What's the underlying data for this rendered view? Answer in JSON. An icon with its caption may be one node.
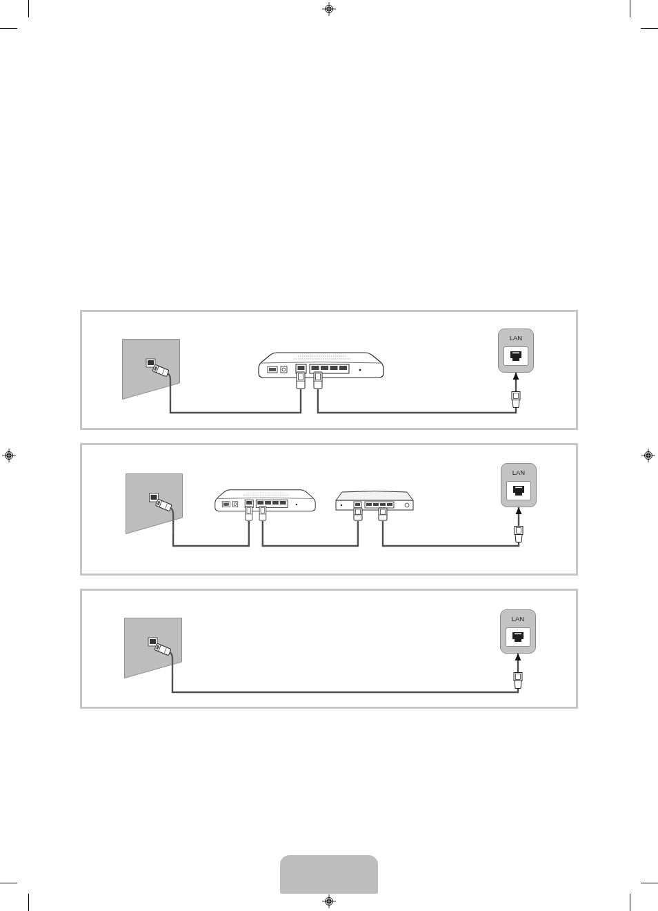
{
  "diagram": {
    "nodes": [
      {
        "text": [],
        "shape": "box"
      },
      {
        "text": [],
        "shape": "picture",
        "in": 0
      },
      {
        "text": [],
        "shape": "picture",
        "in": 0
      },
      {
        "text": [
          "LAN"
        ],
        "in": 0
      },
      {
        "text": [],
        "shape": "box"
      },
      {
        "text": [],
        "shape": "picture",
        "in": 4
      },
      {
        "text": [],
        "shape": "picture",
        "in": 4
      },
      {
        "text": [],
        "shape": "picture",
        "in": 4
      },
      {
        "text": [
          "LAN"
        ],
        "in": 4
      },
      {
        "text": [],
        "shape": "box"
      },
      {
        "text": [],
        "shape": "picture",
        "in": 9
      },
      {
        "text": [
          "LAN"
        ],
        "in": 9
      }
    ],
    "edges": [
      {
        "from": 1,
        "to": 2,
        "arrow": "none"
      },
      {
        "from": 2,
        "to": 3,
        "arrow": "to"
      },
      {
        "from": 5,
        "to": 6,
        "arrow": "none"
      },
      {
        "from": 6,
        "to": 7,
        "arrow": "none"
      },
      {
        "from": 7,
        "to": 8,
        "arrow": "to"
      },
      {
        "from": 10,
        "to": 11,
        "arrow": "to"
      }
    ]
  }
}
